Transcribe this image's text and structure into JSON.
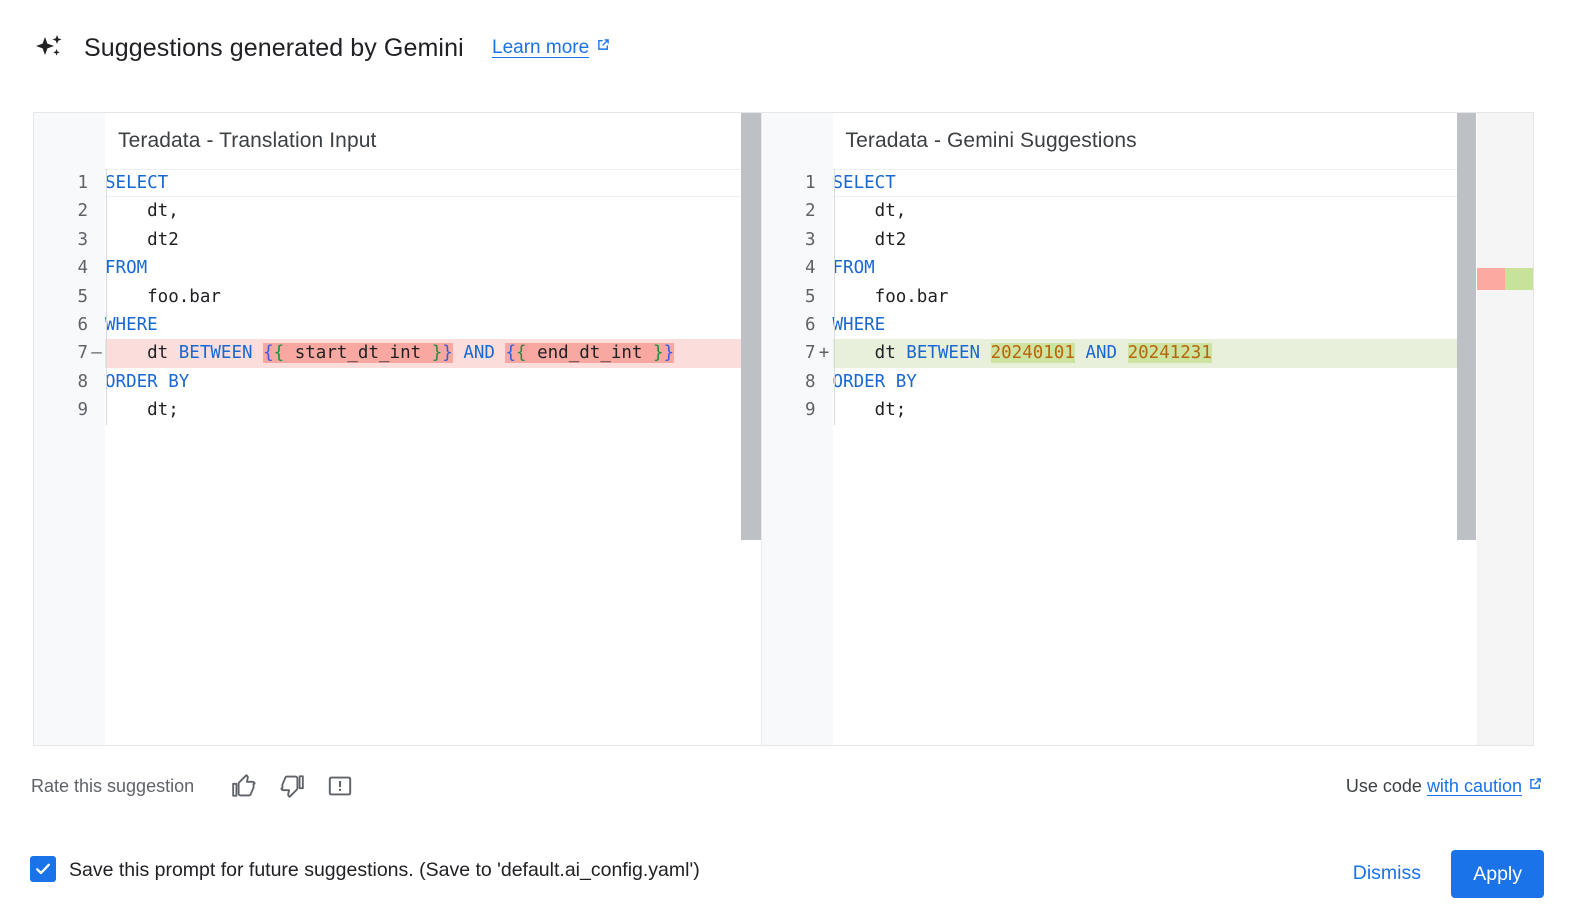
{
  "header": {
    "icon": "sparkle-icon",
    "title": "Suggestions generated by Gemini",
    "learn_more": "Learn more",
    "external_glyph": "↗"
  },
  "colors": {
    "accent": "#1a73e8",
    "keyword": "#1967d2",
    "number": "#b8650a",
    "diff_delete_row": "#fbdedc",
    "diff_delete_word": "#f9a8a1",
    "diff_add_row": "#e8f0dc",
    "diff_add_word": "#cde3a1",
    "gutter_bg": "#f8f9fa",
    "scrollbar": "#bdc1c6",
    "overview_red": "#fca9a1",
    "overview_green": "#c8e29a"
  },
  "panes": [
    {
      "title": "Teradata - Translation Input",
      "lines": [
        {
          "num": "1",
          "mark": "",
          "kind": "normal",
          "tokens": [
            {
              "t": "SELECT",
              "c": "kw"
            }
          ]
        },
        {
          "num": "2",
          "mark": "",
          "kind": "normal",
          "tokens": [
            {
              "t": "    dt,",
              "c": "plain"
            }
          ]
        },
        {
          "num": "3",
          "mark": "",
          "kind": "normal",
          "tokens": [
            {
              "t": "    dt2",
              "c": "plain"
            }
          ]
        },
        {
          "num": "4",
          "mark": "",
          "kind": "normal",
          "tokens": [
            {
              "t": "FROM",
              "c": "kw"
            }
          ]
        },
        {
          "num": "5",
          "mark": "",
          "kind": "normal",
          "tokens": [
            {
              "t": "    foo.bar",
              "c": "plain"
            }
          ]
        },
        {
          "num": "6",
          "mark": "",
          "kind": "normal",
          "tokens": [
            {
              "t": "WHERE",
              "c": "kw"
            }
          ]
        },
        {
          "num": "7",
          "mark": "—",
          "kind": "del",
          "tokens": [
            {
              "t": "    dt ",
              "c": "plain"
            },
            {
              "t": "BETWEEN",
              "c": "kw"
            },
            {
              "t": " ",
              "c": "plain"
            },
            {
              "t": "{{ start_dt_int }}",
              "c": "tmpl",
              "chip": "del"
            },
            {
              "t": " ",
              "c": "plain"
            },
            {
              "t": "AND",
              "c": "kw"
            },
            {
              "t": " ",
              "c": "plain"
            },
            {
              "t": "{{ end_dt_int }}",
              "c": "tmpl",
              "chip": "del"
            }
          ]
        },
        {
          "num": "8",
          "mark": "",
          "kind": "normal",
          "tokens": [
            {
              "t": "ORDER BY",
              "c": "kw"
            }
          ]
        },
        {
          "num": "9",
          "mark": "",
          "kind": "normal",
          "tokens": [
            {
              "t": "    dt;",
              "c": "plain"
            }
          ]
        }
      ]
    },
    {
      "title": "Teradata - Gemini Suggestions",
      "lines": [
        {
          "num": "1",
          "mark": "",
          "kind": "normal",
          "tokens": [
            {
              "t": "SELECT",
              "c": "kw"
            }
          ]
        },
        {
          "num": "2",
          "mark": "",
          "kind": "normal",
          "tokens": [
            {
              "t": "    dt,",
              "c": "plain"
            }
          ]
        },
        {
          "num": "3",
          "mark": "",
          "kind": "normal",
          "tokens": [
            {
              "t": "    dt2",
              "c": "plain"
            }
          ]
        },
        {
          "num": "4",
          "mark": "",
          "kind": "normal",
          "tokens": [
            {
              "t": "FROM",
              "c": "kw"
            }
          ]
        },
        {
          "num": "5",
          "mark": "",
          "kind": "normal",
          "tokens": [
            {
              "t": "    foo.bar",
              "c": "plain"
            }
          ]
        },
        {
          "num": "6",
          "mark": "",
          "kind": "normal",
          "tokens": [
            {
              "t": "WHERE",
              "c": "kw"
            }
          ]
        },
        {
          "num": "7",
          "mark": "+",
          "kind": "add",
          "tokens": [
            {
              "t": "    dt ",
              "c": "plain"
            },
            {
              "t": "BETWEEN",
              "c": "kw"
            },
            {
              "t": " ",
              "c": "plain"
            },
            {
              "t": "20240101",
              "c": "num",
              "chip": "add"
            },
            {
              "t": " ",
              "c": "plain"
            },
            {
              "t": "AND",
              "c": "kw"
            },
            {
              "t": " ",
              "c": "plain"
            },
            {
              "t": "20241231",
              "c": "num",
              "chip": "add"
            }
          ]
        },
        {
          "num": "8",
          "mark": "",
          "kind": "normal",
          "tokens": [
            {
              "t": "ORDER BY",
              "c": "kw"
            }
          ]
        },
        {
          "num": "9",
          "mark": "",
          "kind": "normal",
          "tokens": [
            {
              "t": "    dt;",
              "c": "plain"
            }
          ]
        }
      ]
    }
  ],
  "rate": {
    "label": "Rate this suggestion",
    "thumb_up": "thumb-up-icon",
    "thumb_down": "thumb-down-icon",
    "report": "report-icon"
  },
  "caution": {
    "prefix": "Use code",
    "link": "with caution",
    "external_glyph": "↗"
  },
  "footer": {
    "checkbox_checked": true,
    "checkbox_label": "Save this prompt for future suggestions. (Save to 'default.ai_config.yaml')",
    "dismiss_label": "Dismiss",
    "apply_label": "Apply"
  }
}
